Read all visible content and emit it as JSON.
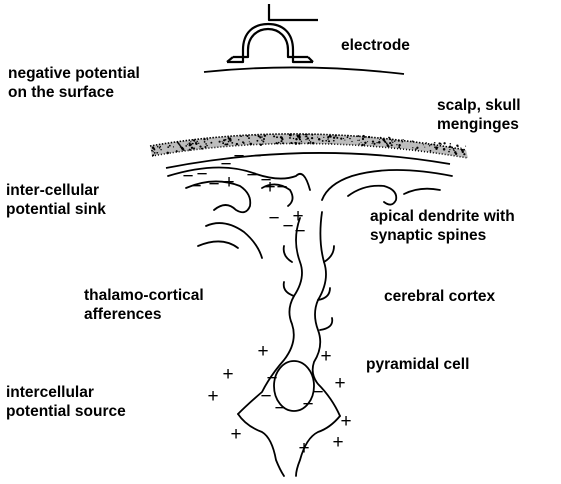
{
  "labels": {
    "electrode": "electrode",
    "negative_potential": [
      "negative potential",
      "on the surface"
    ],
    "scalp": [
      "scalp, skull",
      "menginges"
    ],
    "sink": [
      "inter-cellular",
      "potential sink"
    ],
    "apical": [
      "apical dendrite with",
      "synaptic spines"
    ],
    "thalamo": [
      "thalamo-cortical",
      "afferences"
    ],
    "cortex": "cerebral cortex",
    "pyramidal": "pyramidal cell",
    "source": [
      "intercellular",
      "potential source"
    ]
  },
  "signs": {
    "plus": "+",
    "minus": "−"
  },
  "colors": {
    "ink": "#000000",
    "background": "#ffffff"
  }
}
